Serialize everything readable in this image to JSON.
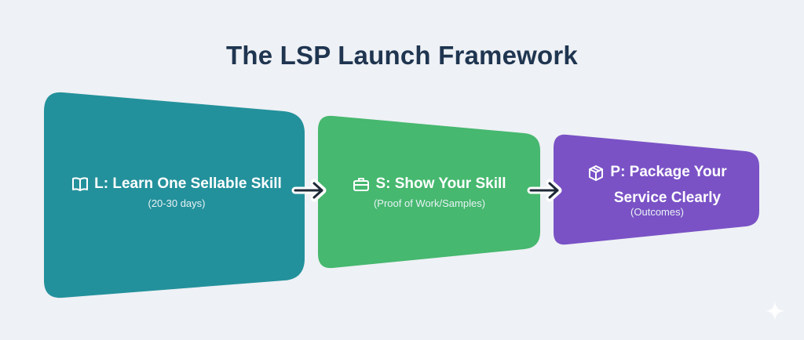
{
  "title": "The LSP Launch Framework",
  "steps": [
    {
      "label": "L: Learn One Sellable Skill",
      "sub": "(20-30 days)",
      "icon": "book-icon",
      "color": "#23919c"
    },
    {
      "label": "S: Show Your Skill",
      "sub": "(Proof of Work/Samples)",
      "icon": "briefcase-icon",
      "color": "#46b86f"
    },
    {
      "label_line1": "P: Package Your",
      "label_line2": "Service Clearly",
      "sub": "(Outcomes)",
      "icon": "box-icon",
      "color": "#7a52c6"
    }
  ],
  "colors": {
    "background": "#eef1f5",
    "title": "#1f3550",
    "arrow": "#1f2a38"
  }
}
